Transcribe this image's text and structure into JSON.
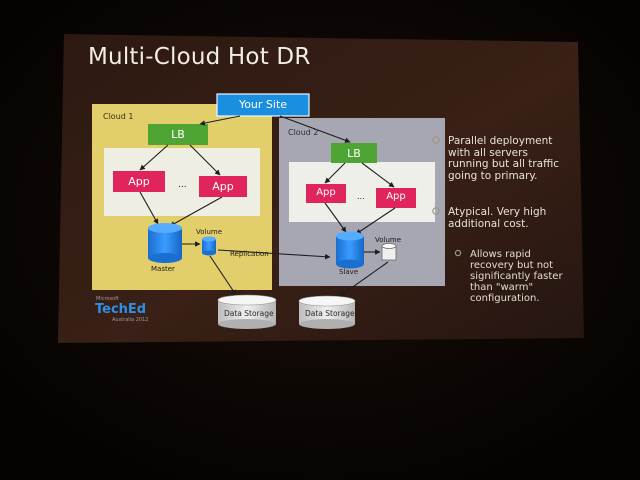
{
  "slide": {
    "title": "Multi-Cloud Hot DR",
    "your_site": "Your Site",
    "cloud1": {
      "label": "Cloud 1",
      "lb": "LB",
      "app": "App",
      "ellipsis": "...",
      "volume": "Volume",
      "master": "Master"
    },
    "cloud2": {
      "label": "Cloud 2",
      "lb": "LB",
      "app": "App",
      "ellipsis": "...",
      "volume": "Volume",
      "slave": "Slave"
    },
    "replication": "Replication",
    "data_storage": "Data Storage",
    "bullets": [
      "Parallel deployment with all servers running but all traffic going to primary.",
      "Atypical. Very high additional cost."
    ],
    "sub_bullets": [
      "Allows rapid recovery but not significantly faster than \"warm\" configuration."
    ],
    "logo": {
      "small": "Microsoft",
      "brand": "TechEd",
      "sub": "Australia 2012"
    }
  },
  "colors": {
    "slide_bg": "#2a170f",
    "cloud1_bg": "#e2cf6c",
    "cloud2_bg": "#a7a7b3",
    "lb_green": "#4ea533",
    "app_pink": "#e0245c",
    "your_site_blue": "#1a8fe0",
    "db_blue": "#1f7fe6"
  }
}
